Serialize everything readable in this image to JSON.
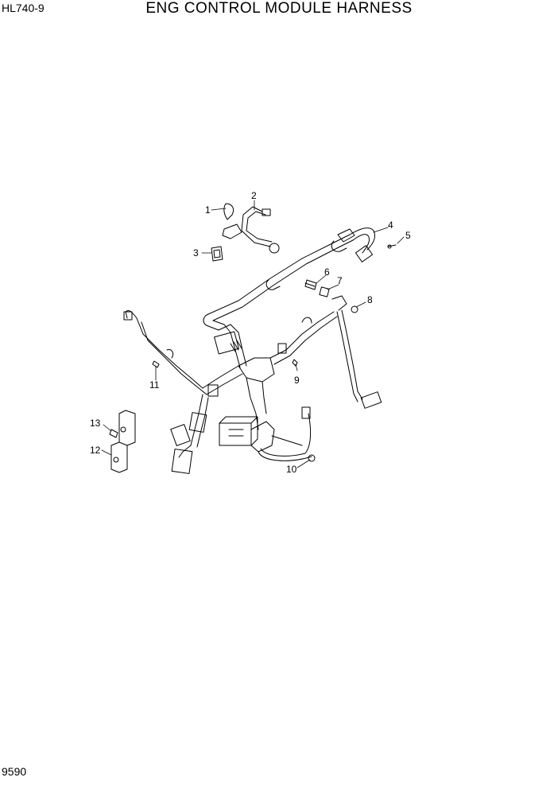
{
  "header": {
    "model": "HL740-9",
    "title": "ENG CONTROL MODULE HARNESS"
  },
  "footer": {
    "page_number": "9590"
  },
  "callouts": [
    "1",
    "2",
    "3",
    "4",
    "5",
    "6",
    "7",
    "8",
    "9",
    "10",
    "11",
    "12",
    "13"
  ]
}
